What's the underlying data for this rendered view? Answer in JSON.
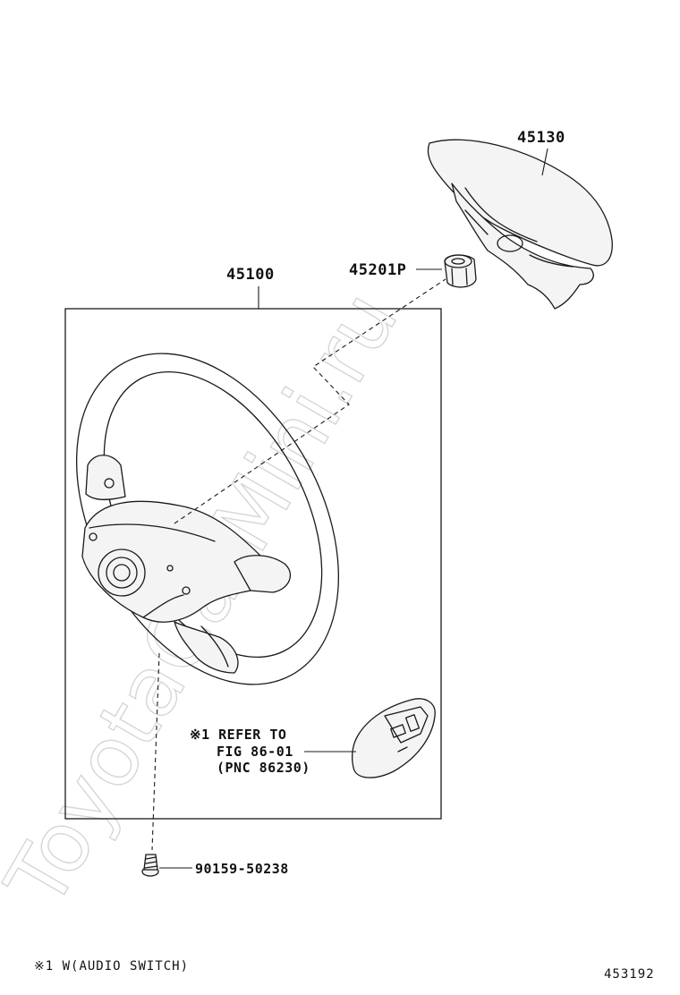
{
  "diagram": {
    "watermark": "ToyotaCarMini.ru",
    "parts": [
      {
        "id": "steering-wheel",
        "number": "45100"
      },
      {
        "id": "horn-pad",
        "number": "45130"
      },
      {
        "id": "nut",
        "number": "45201P"
      },
      {
        "id": "screw",
        "number": "90159-50238"
      }
    ],
    "reference": {
      "line1": "※1 REFER TO",
      "line2": "FIG 86-01",
      "line3": "(PNC 86230)"
    },
    "footnote": "※1 W(AUDIO SWITCH)",
    "figure_number": "453192"
  }
}
